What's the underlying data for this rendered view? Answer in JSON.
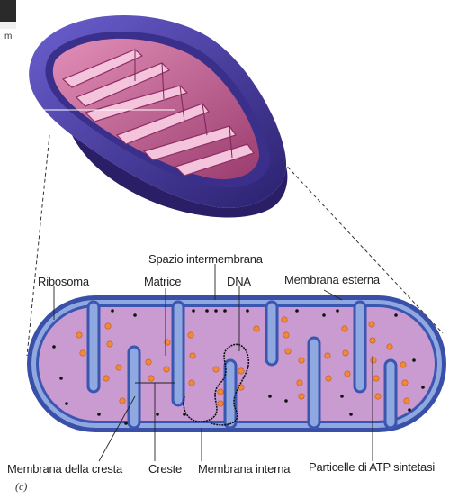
{
  "diagram": {
    "corner_unit": "m",
    "panel_letter": "(c)",
    "labels": {
      "spazio_intermembrana": "Spazio intermembrana",
      "ribosoma": "Ribosoma",
      "matrice": "Matrice",
      "dna": "DNA",
      "membrana_esterna": "Membrana esterna",
      "membrana_cresta": "Membrana della cresta",
      "creste": "Creste",
      "membrana_interna": "Membrana interna",
      "particelle_atp": "Particelle di ATP sintetasi"
    },
    "colors": {
      "outer_membrane": "#3a4fa8",
      "intermembrane": "#8fa8e0",
      "matrix": "#c99bd0",
      "cristae": "#5b7bd5",
      "atp_particles": "#f08a3a",
      "ribosomes": "#111111",
      "dna": "#111111",
      "mito3d_outer": "#4b3f9e",
      "mito3d_inner": "#c1528a"
    }
  }
}
